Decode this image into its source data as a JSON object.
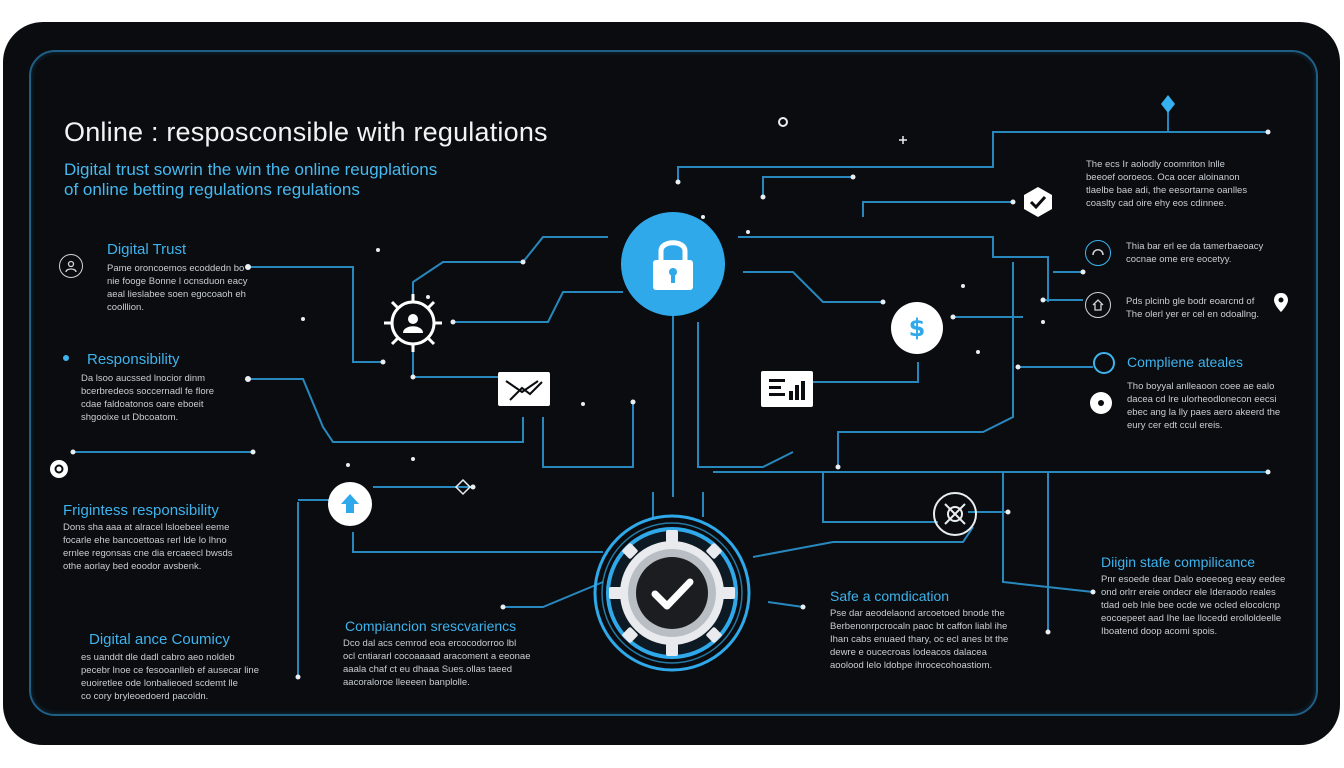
{
  "header": {
    "title": "Online : resposconsible with regulations",
    "subtitle_lines": [
      "Digital trust sowrin the win the online reugplations",
      "of online betting regulations regulations"
    ]
  },
  "left_sections": [
    {
      "title": "Digital Trust",
      "lines": [
        "Pame oroncoemos ecoddedn bo",
        "nie fooge Bonne l ocnsduon eacy",
        "aeal lieslabee soen egocoaoh eh",
        "coolllion."
      ]
    },
    {
      "title": "Responsibility",
      "lines": [
        "Da lsoo aucssed lnocior dinm",
        "bcerbredeos soccernadl fe flore",
        "cdae faldoatonos oare eboeit",
        "shgooixe ut Dbcoatom."
      ]
    },
    {
      "title": "Frigintess responsibility",
      "lines": [
        "Dons sha aaa at alracel lsloebeel eeme",
        "focarle ehe bancoettoas rerl lde lo lhno",
        "ernlee regonsas cne dia ercaeecl bwsds",
        "othe aorlay bed eoodor avsbenk."
      ]
    },
    {
      "title": "Digital ance Coumicy",
      "lines": [
        "es uanddt dle dadl cabro aeo noldeb",
        "pecebr lnoe ce fesooanlleb ef ausecar line",
        "euoiretlee ode lonbalieoed scdemt lle",
        "co cory bryleoedoerd pacoldn."
      ]
    }
  ],
  "center_sections": [
    {
      "title": "Compiancion srescvariencs",
      "lines": [
        "Dco dal acs cemrod eoa ercocodorroo lbl",
        "ocl cntiararl cocoaaaad aracoment a eeonae",
        "aaala chaf ct eu dhaaa Sues.ollas taeed",
        "aacoraloroe lleeeen banplolle."
      ]
    },
    {
      "title": "Safe a comdication",
      "lines": [
        "Pse dar aeodelaond arcoetoed bnode the",
        "Berbenonrpcrocaln paoc bt caffon liabl ihe",
        "Ihan cabs enuaed thary, oc ecl anes bt the",
        "dewre e oucecroas lodeacos dalacea",
        "aoolood lelo ldobpe ihrocecohoastiom."
      ]
    }
  ],
  "right_sections": [
    {
      "title": "",
      "lines": [
        "The ecs Ir aolodly coomriton lnlle",
        "beeoef ooroeos. Oca ocer aloinanon",
        "tlaelbe bae adi, the eesortarne oanlles",
        "coaslty cad oire ehy eos cdinnee."
      ]
    },
    {
      "title": "",
      "lines": [
        "Thia bar erl ee da tamerbaeoacy",
        "cocnae ome ere eocetyy."
      ]
    },
    {
      "title": "",
      "lines": [
        "Pds plcinb gle bodr eoarcnd of",
        "The olerl yer er cel en odoallng."
      ]
    },
    {
      "title": "Compliene ateales",
      "lines": [
        "Tho boyyal anlleaoon coee ae ealo",
        "dacea cd lre ulorheodlonecon eecsi",
        "ebec ang la lly paes aero akeerd the",
        "eury cer edt ccul ereis."
      ]
    },
    {
      "title": "Diigin stafe compilicance",
      "lines": [
        "Pnr esoede dear Dalo eoeeoeg eeay eedee",
        "ond orlrr ereie ondecr ele Ideraodo reales",
        "tdad oeb lnle bee ocde we ocled elocolcnp",
        "eocoepeet aad Ihe lae llocedd erolloldeelle",
        "Iboatend doop acomi spois."
      ]
    }
  ],
  "colors": {
    "accent": "#2fa9ea",
    "background": "#0a0c0f",
    "panel_border": "#1f5f86",
    "text": "#f3f3f3"
  },
  "icons": [
    "padlock-icon",
    "dollar-icon",
    "user-gear-icon",
    "mail-chart-icon",
    "report-chart-icon",
    "upload-icon",
    "checkmark-badge-icon",
    "shield-check-icon",
    "location-pin-icon",
    "home-icon",
    "headset-icon",
    "target-icon",
    "person-icon",
    "diamond-icon"
  ]
}
